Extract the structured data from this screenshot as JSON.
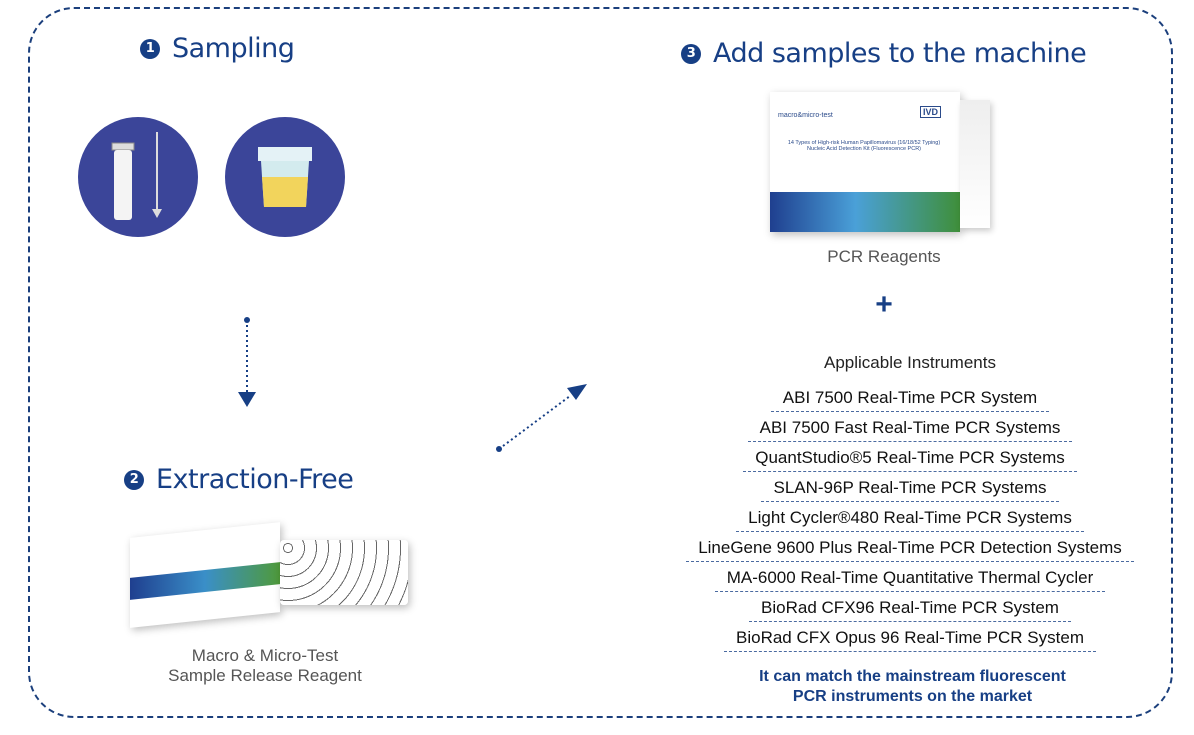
{
  "steps": [
    {
      "num": "1",
      "title": "Sampling"
    },
    {
      "num": "2",
      "title": "Extraction-Free"
    },
    {
      "num": "3",
      "title": "Add samples to the machine"
    }
  ],
  "extraction_caption": [
    "Macro & Micro-Test",
    "Sample Release Reagent"
  ],
  "pcr_box": {
    "brand": "macro&micro-test",
    "badge": "IVD",
    "title": "14 Types of High-risk Human Papillomavirus (16/18/52 Typing) Nucleic Acid Detection Kit (Fluorescence PCR)"
  },
  "pcr_caption": "PCR Reagents",
  "plus": "+",
  "instruments_title": "Applicable Instruments",
  "instruments": [
    "ABI 7500 Real-Time PCR System",
    "ABI 7500 Fast Real-Time PCR Systems",
    "QuantStudio®5 Real-Time PCR Systems",
    "SLAN-96P Real-Time PCR Systems",
    "Light Cycler®480 Real-Time PCR Systems",
    "LineGene 9600 Plus Real-Time PCR Detection Systems",
    "MA-6000 Real-Time Quantitative Thermal Cycler",
    "BioRad CFX96 Real-Time PCR System",
    "BioRad CFX Opus 96 Real-Time PCR System"
  ],
  "note": [
    "It can match the mainstream fluorescent",
    "PCR instruments on the market"
  ],
  "colors": {
    "accent": "#173f85",
    "circle": "#3b4599",
    "urine": "#f2d45c"
  }
}
